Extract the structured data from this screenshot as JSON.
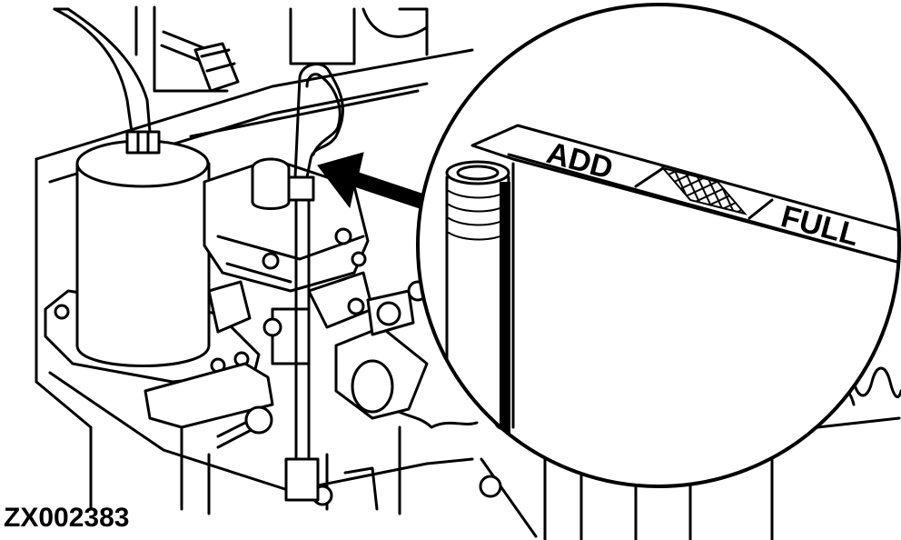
{
  "figure": {
    "code": "ZX002383",
    "dipstick_marks": {
      "add_label": "ADD",
      "full_label": "FULL"
    }
  },
  "colors": {
    "ink": "#000000",
    "paper": "#ffffff"
  }
}
